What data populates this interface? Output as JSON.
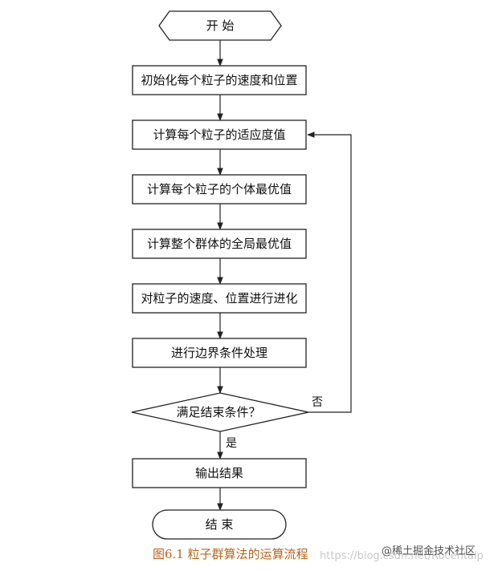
{
  "diagram": {
    "nodes": {
      "start": "开 始",
      "init": "初始化每个粒子的速度和位置",
      "fitness": "计算每个粒子的适应度值",
      "pbest": "计算每个粒子的个体最优值",
      "gbest": "计算整个群体的全局最优值",
      "evolve": "对粒子的速度、位置进行进化",
      "boundary": "进行边界条件处理",
      "decision": "满足结束条件？",
      "output": "输出结果",
      "end": "结 束"
    },
    "edge_labels": {
      "no": "否",
      "yes": "是"
    }
  },
  "caption": "图6.1  粒子群算法的运算流程",
  "watermark": {
    "url": "https://blog.csdn.net/Rocentalp",
    "brand": "@稀土掘金技术社区"
  }
}
